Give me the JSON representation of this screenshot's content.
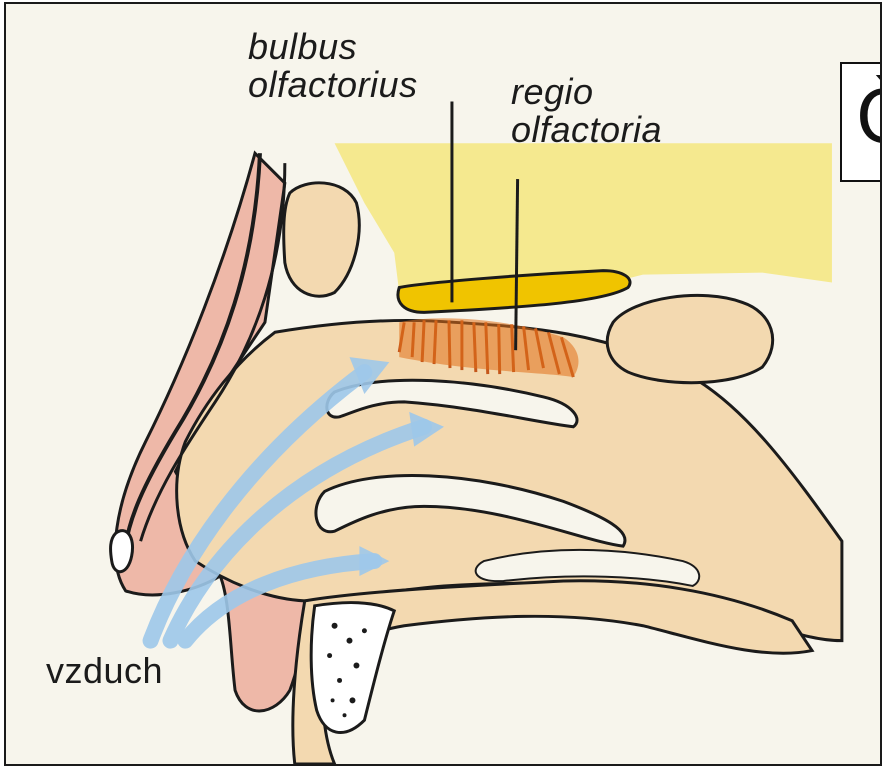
{
  "labels": {
    "bulbus": "bulbus\nolfactorius",
    "regio": "regio\nolfactoria",
    "vzduch": "vzduch"
  },
  "title_char": "Ò",
  "colors": {
    "background": "#f7f5ec",
    "skin": "#f3d9b0",
    "pink": "#eeb8a8",
    "yellow": "#f5e98f",
    "bulbus": "#f0c400",
    "nerve": "#e0701a",
    "air": "#9ec8ea",
    "outline": "#1b1b1b"
  }
}
